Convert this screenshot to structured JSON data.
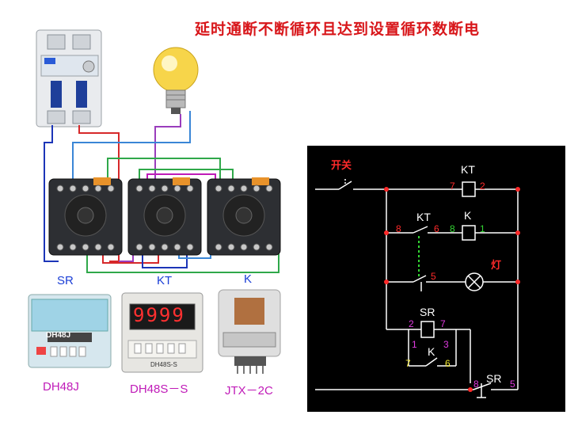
{
  "title": "延时通断不断循环且达到设置循环数断电",
  "devices": {
    "sr": {
      "top_label": "SR",
      "model": "DH48J",
      "panel_text": "DH48J"
    },
    "kt": {
      "top_label": "KT",
      "model": "DH48S－S",
      "display": "9999",
      "panel_text": "DH48S-S"
    },
    "k": {
      "top_label": "K",
      "model": "JTX－2C"
    }
  },
  "schematic": {
    "switch_label": "开关",
    "lamp_label": "灯",
    "kt_coil": {
      "label": "KT",
      "left_pin": "7",
      "right_pin": "2"
    },
    "kt_contact": {
      "label": "KT",
      "left_pin": "8",
      "right_pin": "6"
    },
    "k_coil": {
      "label": "K",
      "left_pin": "8",
      "right_pin": "1"
    },
    "k_contact_5": "5",
    "sr_coil": {
      "label": "SR",
      "left_pin": "2",
      "right_pin": "7"
    },
    "k_contact": {
      "label": "K",
      "pin_1": "1",
      "pin_3": "3",
      "pin_7": "7",
      "pin_6": "6"
    },
    "sr_contact": {
      "label": "SR",
      "left_pin": "8",
      "right_pin": "5"
    }
  },
  "colors": {
    "title": "#d8161a",
    "pin_red": "#ff2a2a",
    "pin_green": "#33d633",
    "pin_magenta": "#e03be0",
    "pin_yellow": "#f2e830"
  }
}
